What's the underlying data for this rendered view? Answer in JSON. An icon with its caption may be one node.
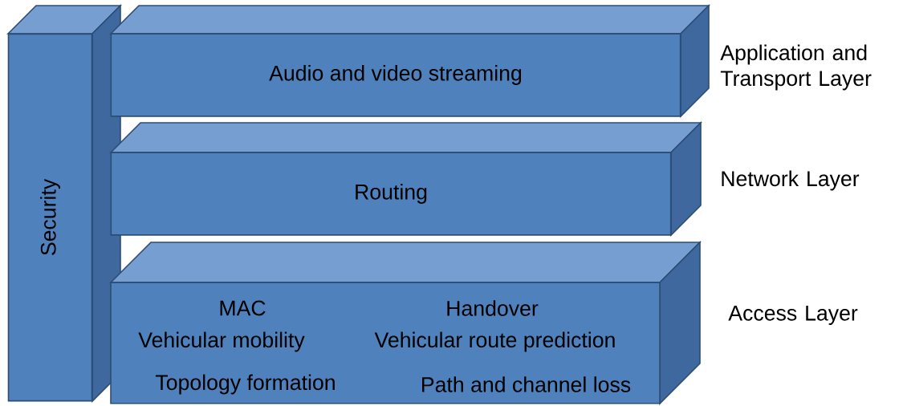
{
  "diagram": {
    "nodes": [
      {
        "text": [
          "Security"
        ]
      },
      {
        "text": [
          "Audio and video streaming"
        ],
        "beside": [
          "Application and Transport Layer"
        ]
      },
      {
        "text": [
          "Routing"
        ],
        "beside": [
          "Network Layer"
        ]
      },
      {
        "text": [
          "MAC",
          "Handover",
          "Vehicular mobility",
          "Vehicular route prediction",
          "Topology formation",
          "Path and channel loss"
        ],
        "beside": [
          "Access Layer"
        ]
      }
    ]
  }
}
